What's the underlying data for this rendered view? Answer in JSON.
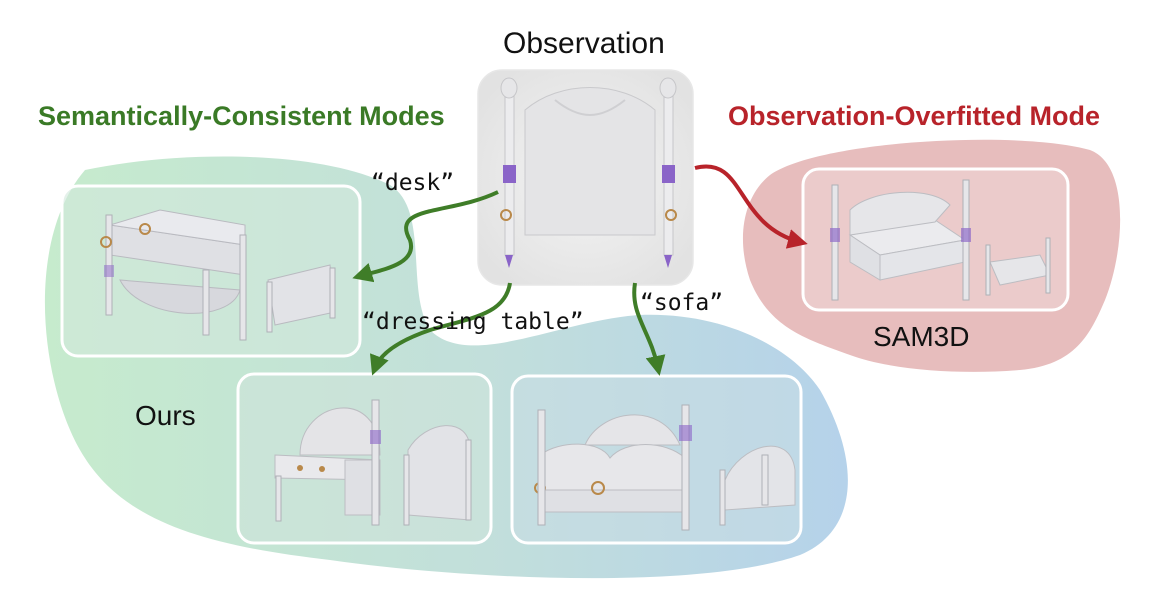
{
  "observation": {
    "label": "Observation"
  },
  "semantic": {
    "heading": "Semantically-Consistent Modes",
    "color": "#3a7a26"
  },
  "overfit": {
    "heading": "Observation-Overfitted Mode",
    "color": "#b8232a"
  },
  "methods": {
    "ours": "Ours",
    "baseline": "SAM3D"
  },
  "prompts": {
    "desk": "“desk”",
    "dressing_table": "“dressing table”",
    "sofa": "“sofa”"
  },
  "colors": {
    "arrow_green": "#3f7d28",
    "arrow_red": "#b8232a",
    "blob_green": "#c8ebd0",
    "blob_blue": "#b8d6ea",
    "blob_red": "#e6bcbc",
    "furniture": "#e3e3e5",
    "accent_purple": "#8a64c8",
    "accent_gold": "#b9894a"
  },
  "icons": [
    "bed-icon",
    "desk-icon",
    "dressing-table-icon",
    "sofa-icon",
    "baseline-bed-icon"
  ]
}
